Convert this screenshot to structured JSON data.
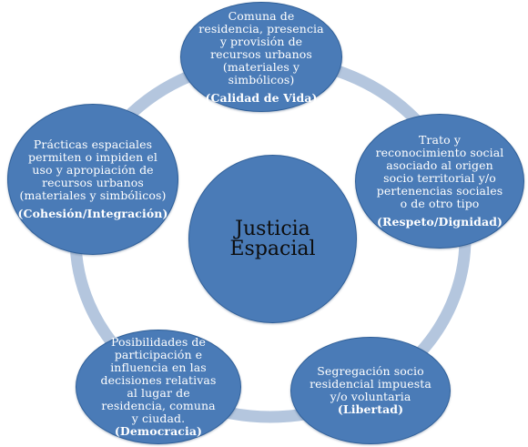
{
  "diagram": {
    "center": {
      "line1": "Justicia",
      "line2": "Espacial"
    },
    "nodes": [
      {
        "id": "top",
        "text": "Comuna de residencia, presencia y provisión de recursos urbanos (materiales y simbólicos)",
        "label": "(Calidad de Vida)"
      },
      {
        "id": "right",
        "text": "Trato y reconocimiento social asociado al origen socio territorial y/o pertenencias sociales o de otro tipo",
        "label": "(Respeto/Dignidad)"
      },
      {
        "id": "bottom-right",
        "text": "Segregación socio residencial impuesta y/o voluntaria",
        "label": "(Libertad)"
      },
      {
        "id": "bottom-left",
        "text": "Posibilidades de participación e influencia en las decisiones relativas al lugar de residencia, comuna y ciudad.",
        "label": "(Democracia)"
      },
      {
        "id": "left",
        "text": "Prácticas espaciales permiten o impiden el uso y apropiación de recursos urbanos (materiales y simbólicos)",
        "label": "(Cohesión/Integración)"
      }
    ],
    "colors": {
      "node_fill": "#4a7bb7",
      "node_border": "#2f5f98",
      "ring": "#b4c6de",
      "node_text": "#ffffff",
      "center_text": "#0d0d0d"
    }
  }
}
